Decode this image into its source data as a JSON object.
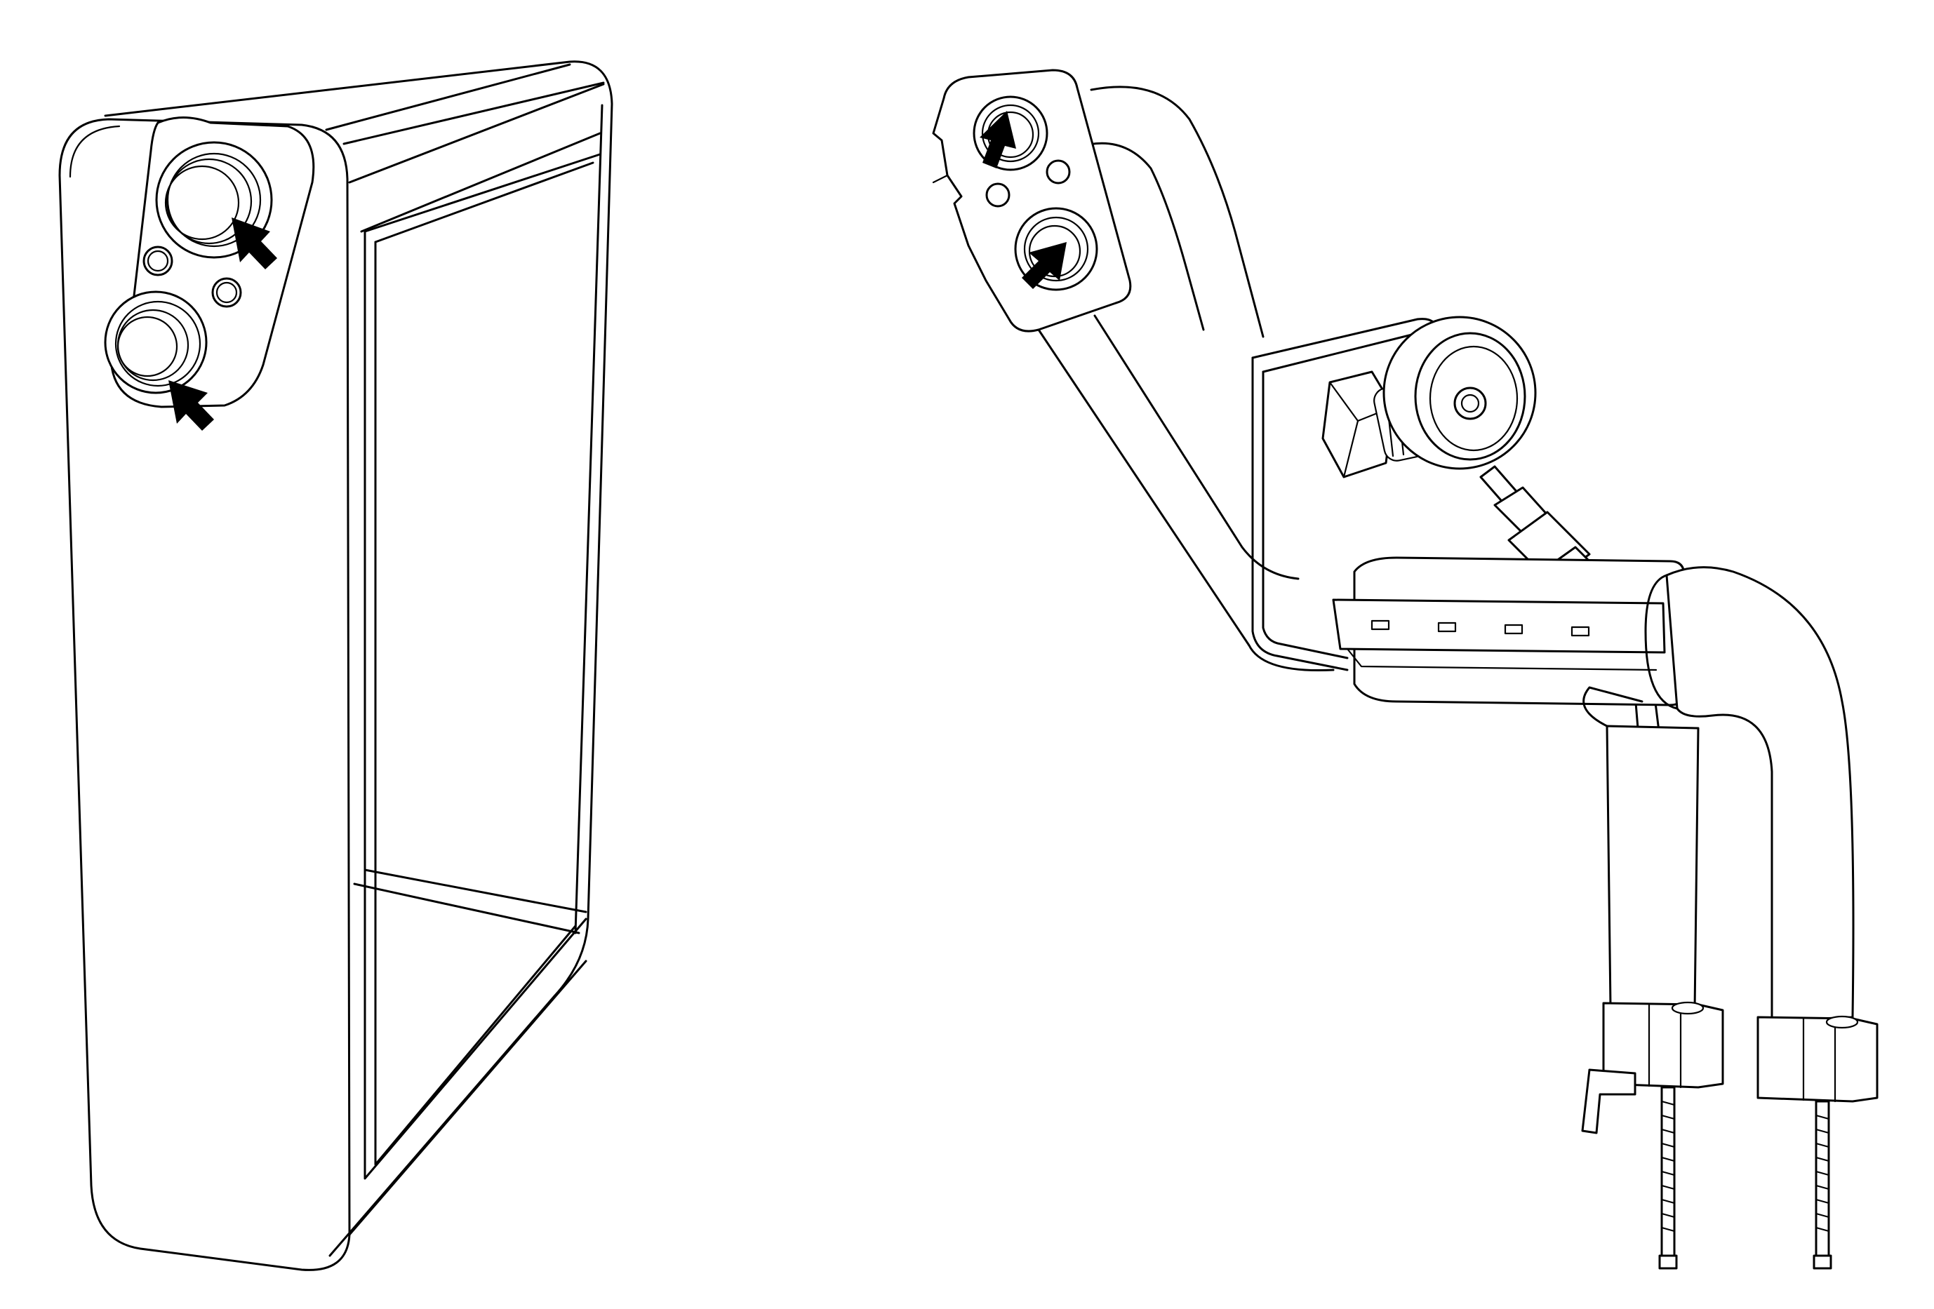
{
  "diagram": {
    "colors": {
      "stroke": "#000000",
      "background": "#ffffff",
      "arrow": "#000000"
    },
    "parts": [
      {
        "id": "evaporator-core",
        "icon": "evaporator-core-drawing"
      },
      {
        "id": "evaporator-tube-assembly",
        "icon": "ac-tube-assembly-drawing"
      }
    ],
    "callout_arrows": {
      "count": 4,
      "icon": "arrow-icon"
    }
  }
}
